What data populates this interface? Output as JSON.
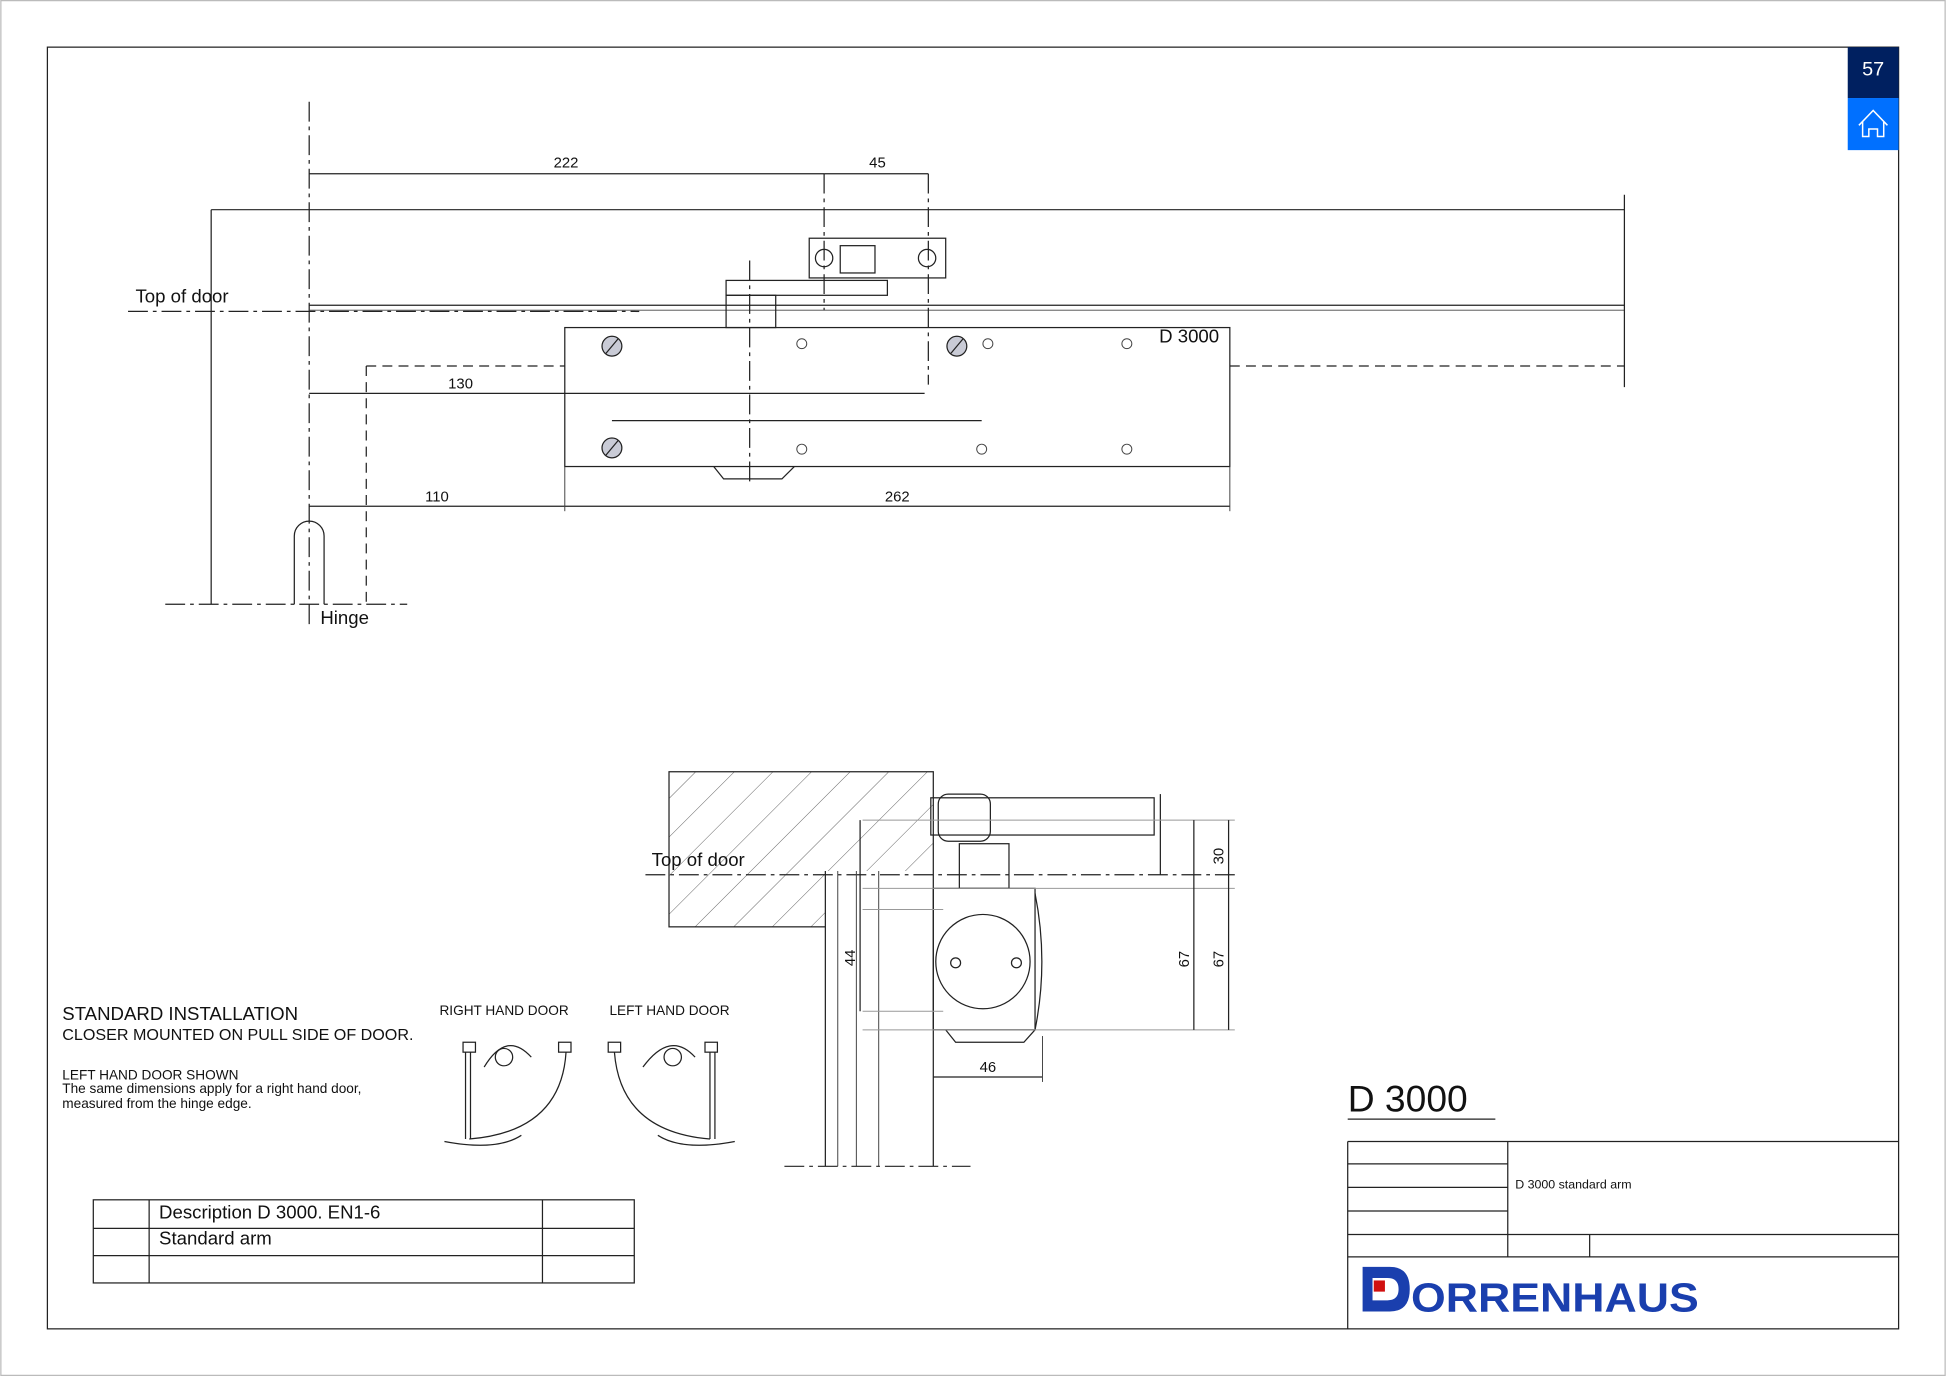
{
  "page_number": "57",
  "home_icon": "home-icon",
  "colors": {
    "page_badge": "#002060",
    "home_button": "#0070ff",
    "brand_blue": "#1a3fae",
    "brand_red": "#d01010"
  },
  "top_view": {
    "top_of_door": "Top of door",
    "hinge": "Hinge",
    "model_label": "D 3000",
    "dimensions": {
      "d222": "222",
      "d45": "45",
      "d130": "130",
      "d110": "110",
      "d262": "262"
    }
  },
  "side_view": {
    "top_of_door": "Top of door",
    "dimensions": {
      "d30": "30",
      "d67a": "67",
      "d67b": "67",
      "d44": "44",
      "d46": "46"
    }
  },
  "notes": {
    "title": "STANDARD INSTALLATION",
    "subtitle": "CLOSER MOUNTED ON PULL SIDE OF DOOR.",
    "shown": "LEFT HAND DOOR SHOWN",
    "line1": "The same dimensions apply for a right hand door,",
    "line2": "measured from the hinge edge.",
    "right_hand": "RIGHT HAND DOOR",
    "left_hand": "LEFT HAND DOOR"
  },
  "description_table": {
    "rows": [
      "Description D 3000. EN1-6",
      "Standard arm",
      ""
    ]
  },
  "title_block": {
    "heading": "D 3000",
    "description": "D 3000 standard arm",
    "logo_text": "DORRENHAUS"
  }
}
